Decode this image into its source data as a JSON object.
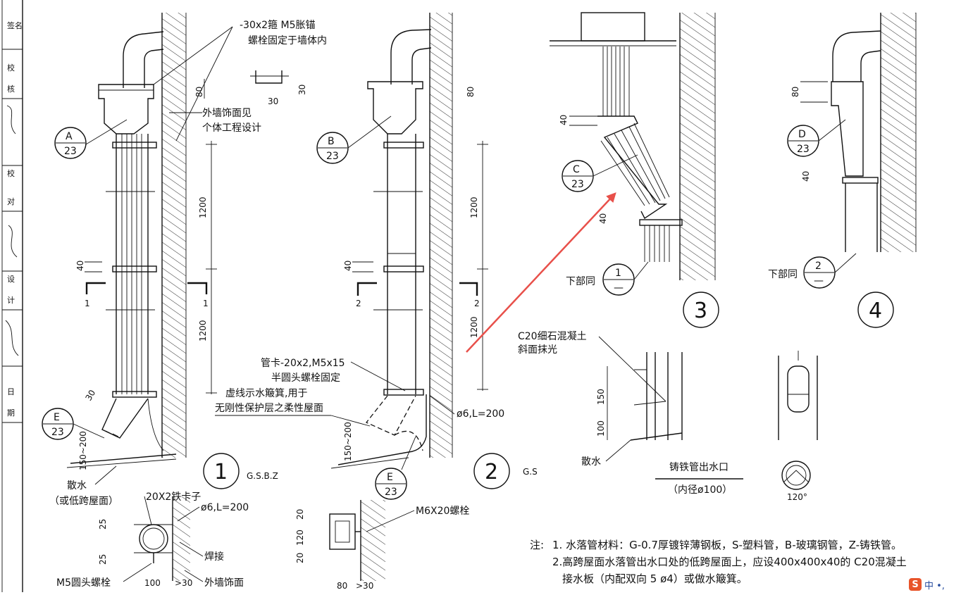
{
  "drawing": {
    "top_note": "-30x2箍 M5胀锚",
    "top_note2": "螺栓固定于墙体内",
    "wall_note": "外墙饰面见",
    "wall_note2": "个体工程设计",
    "clamp_note": "管卡-20x2,M5x15",
    "clamp_note2": "半圆头螺栓固定",
    "dash_note": "虚线示水簸箕,用于",
    "dash_note2": "无刚性保护层之柔性屋面",
    "rod": "ø6,L=200",
    "apron": "散水",
    "apron_alt": "（或低跨屋面）",
    "lower_same": "下部同",
    "concrete_note": "C20细石混凝土",
    "concrete_note2": "斜面抹光",
    "outlet_title": "铸铁管出水口",
    "outlet_sub": "（内径ø100）",
    "angle": "120°",
    "iron_clip": "20X2铁卡子",
    "weld": "焊接",
    "facing": "外墙饰面",
    "bolt_m5": "M5圆头螺栓",
    "bolt_m6": "M6X20螺栓",
    "rod2": "ø6,L=200",
    "mat1": "G.S.B.Z",
    "mat2": "G.S",
    "view1": "1",
    "view2": "2",
    "view3": "3",
    "view4": "4",
    "sec1": "1",
    "sec2": "2",
    "notes_prefix": "注:",
    "notes": [
      "1. 水落管材料：G-0.7厚镀锌薄钢板，S-塑料管，B-玻璃钢管，Z-铸铁管。",
      "2.高跨屋面水落管出水口处的低跨屋面上，应设400x400x40的 C20混凝土",
      "接水板（内配双向 5 ø4）或做水簸箕。"
    ]
  },
  "callouts": [
    {
      "letter": "A",
      "num": "23"
    },
    {
      "letter": "B",
      "num": "23"
    },
    {
      "letter": "C",
      "num": "23"
    },
    {
      "letter": "D",
      "num": "23"
    },
    {
      "letter": "E",
      "num": "23"
    },
    {
      "letter": "E",
      "num": "23"
    },
    {
      "letter": "1",
      "num": "—"
    },
    {
      "letter": "2",
      "num": "—"
    }
  ],
  "dims": {
    "d80": "80",
    "d30": "30",
    "d1200": "1200",
    "d40": "40",
    "d150_200": "150~200",
    "d150": "150",
    "d100": "100",
    "d25": "25",
    "d20": "20",
    "d120": "120",
    "d100b": "100",
    "d30b": ">30",
    "d80b": "80",
    "d30c": ">30",
    "d40b": "40"
  },
  "titleblock": [
    "签名",
    "校",
    "核",
    "校",
    "对",
    "设",
    "计",
    "日",
    "期"
  ],
  "ime": {
    "logo": "S",
    "text": "中 •,"
  },
  "colors": {
    "arrow": "#e8504a",
    "ink": "#111111"
  }
}
